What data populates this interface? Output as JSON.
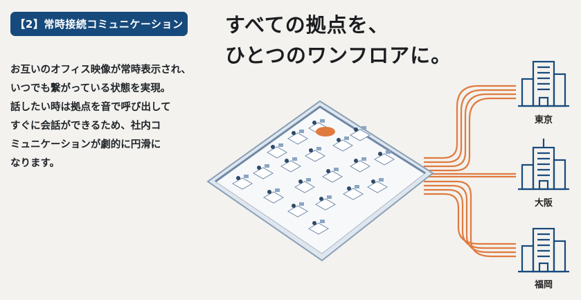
{
  "badge": {
    "label": "【2】常時接続コミュニケーション"
  },
  "body": {
    "lines": [
      "お互いのオフィス映像が常時表示され、",
      "いつでも繋がっている状態を実現。",
      "話したい時は拠点を音で呼び出して",
      "すぐに会話ができるため、社内コ",
      "ミュニケーションが劇的に円滑に",
      "なります。"
    ]
  },
  "headline": {
    "lines": [
      "すべての拠点を、",
      "ひとつのワンフロアに。"
    ]
  },
  "cities": [
    {
      "name": "東京"
    },
    {
      "name": "大阪"
    },
    {
      "name": "福岡"
    }
  ],
  "colors": {
    "navy": "#174a7c",
    "orange": "#e07a3f",
    "background": "#f3f2ee"
  }
}
